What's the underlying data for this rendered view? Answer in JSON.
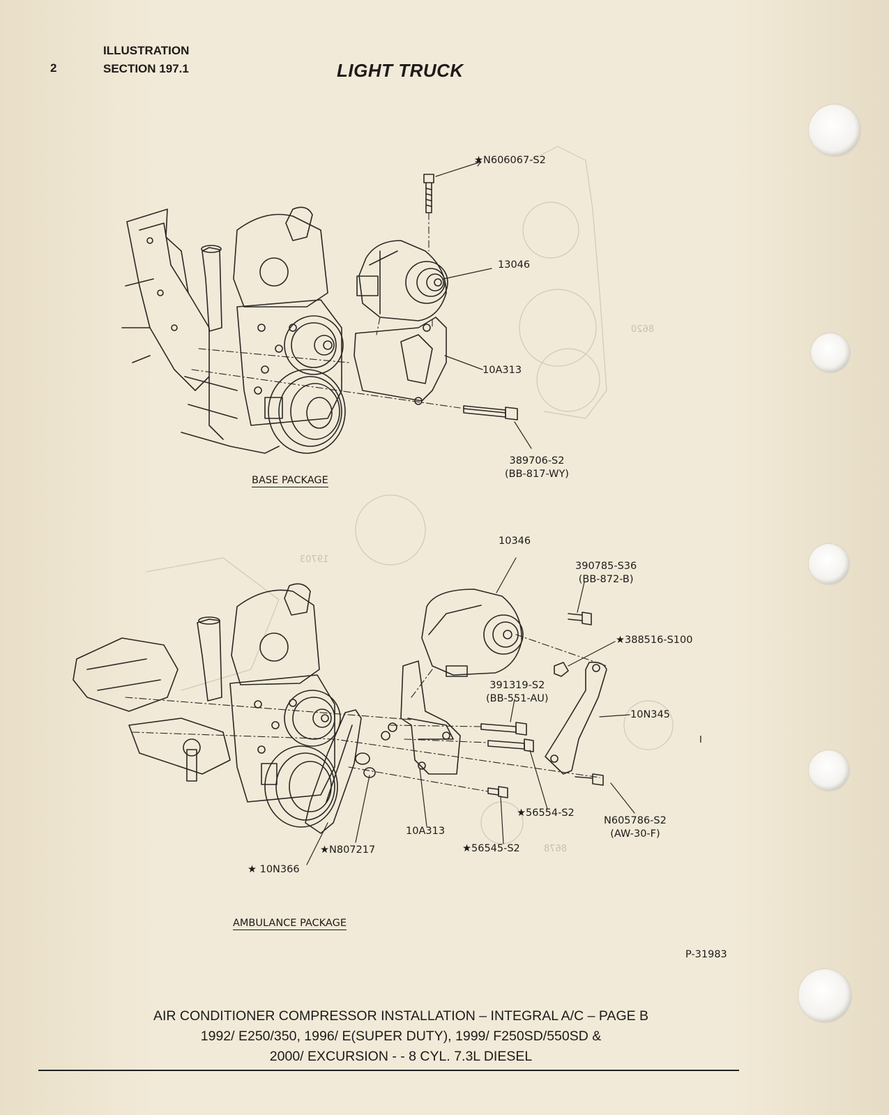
{
  "header": {
    "page_number": "2",
    "label_line1": "ILLUSTRATION",
    "label_line2": "SECTION 197.1",
    "title": "LIGHT TRUCK"
  },
  "base_package": {
    "label": "BASE PACKAGE",
    "callouts": {
      "c1": "★N606067-S2",
      "c2": "13046",
      "c3": "10A313",
      "c4a": "389706-S2",
      "c4b": "(BB-817-WY)"
    }
  },
  "ambulance_package": {
    "label": "AMBULANCE PACKAGE",
    "callouts": {
      "a1": "10346",
      "a2a": "390785-S36",
      "a2b": "(BB-872-B)",
      "a3": "★388516-S100",
      "a4a": "391319-S2",
      "a4b": "(BB-551-AU)",
      "a5": "10N345",
      "a6": "★56554-S2",
      "a7a": "N605786-S2",
      "a7b": "(AW-30-F)",
      "a8": "10A313",
      "a9": "★56545-S2",
      "a10": "★N807217",
      "a11": "★ 10N366"
    }
  },
  "figure_number": "P-31983",
  "caption": {
    "line1": "AIR CONDITIONER COMPRESSOR INSTALLATION – INTEGRAL A/C – PAGE B",
    "line2": "1992/ E250/350, 1996/ E(SUPER DUTY), 1999/ F250SD/550SD &",
    "line3": "2000/ EXCURSION - - 8 CYL. 7.3L DIESEL"
  },
  "margin_mark": "I"
}
